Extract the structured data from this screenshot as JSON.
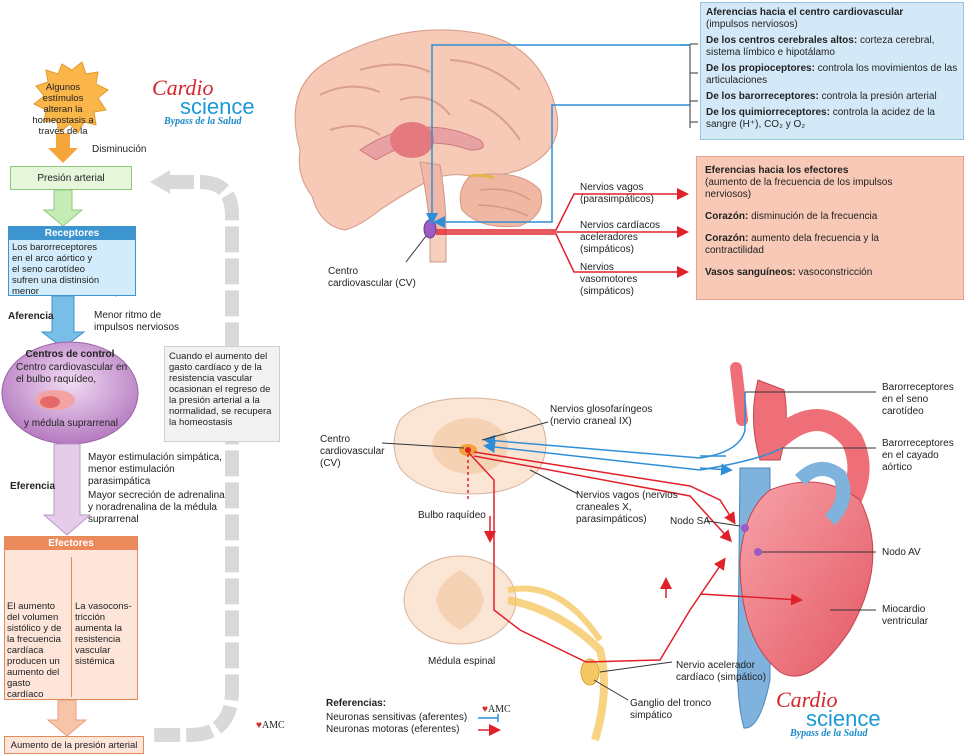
{
  "flow": {
    "stimulus": "Algunos estímulos alteran la homeostasis a través de la",
    "decrease": "Disminución",
    "pressure_var": "Presión arterial",
    "receptors_title": "Receptores",
    "receptors_text": "Los barorreceptores en el arco aórtico y el seno carotídeo sufren una distinsión menor",
    "afferent": "Aferencia",
    "afferent_note": "Menor ritmo de impulsos nerviosos",
    "control_title": "Centros de control",
    "control_text1": "Centro cardiovascular en el bulbo raquídeo,",
    "control_text2": "y médula suprarrenal",
    "efferent": "Eferencia",
    "efferent_note1": "Mayor estimulación simpática, menor estimulación parasimpática",
    "efferent_note2": "Mayor secreción de adrenalina y noradrenalina de la médula suprarrenal",
    "effectors_title": "Efectores",
    "effector1": "El aumento del volumen sistólico y de la frecuencia cardíaca producen un aumento del gasto cardíaco",
    "effector2": "La vasocons-tricción aumenta la resistencia vascular sistémica",
    "result": "Aumento de la presión arterial",
    "feedback": "Cuando el aumento del gasto cardíaco y de la resistencia vascular ocasionan el regreso de la presión arterial a la normalidad, se recupera la homeostasis",
    "amc": "AMC"
  },
  "logo": {
    "cardio": "Cardio",
    "science": "science",
    "tagline": "Bypass de la Salud"
  },
  "brain": {
    "cv_center": "Centro cardiovascular (CV)",
    "vagus": "Nervios vagos (parasimpáticos)",
    "cardiac_acc": "Nervios cardíacos aceleradores (simpáticos)",
    "vasomotor": "Nervios vasomotores (simpáticos)"
  },
  "afferents": {
    "title": "Aferencias hacia el centro cardiovascular",
    "subtitle": "(impulsos nerviosos)",
    "items": [
      {
        "bold": "De los centros cerebrales altos:",
        "text": " corteza cerebral, sistema límbico e hipotálamo"
      },
      {
        "bold": "De los propioceptores:",
        "text": " controla los movimientos de las articulaciones"
      },
      {
        "bold": "De los barorreceptores:",
        "text": " controla la presión arterial"
      },
      {
        "bold": "De los quimiorreceptores:",
        "text": " controla la acidez de la sangre (H⁺), CO₂ y O₂"
      }
    ]
  },
  "efferents": {
    "title": "Eferencias hacia los efectores",
    "subtitle": "(aumento de la frecuencia de los impulsos nerviosos)",
    "items": [
      {
        "bold": "Corazón:",
        "text": " disminución de la frecuencia"
      },
      {
        "bold": "Corazón:",
        "text": " aumento dela frecuencia y la contractilidad"
      },
      {
        "bold": "Vasos sanguíneos:",
        "text": " vasoconstricción"
      }
    ]
  },
  "lower": {
    "cv_center": "Centro cardiovascular (CV)",
    "glossopharyngeal": "Nervios glosofaríngeos (nervio craneal IX)",
    "medulla": "Bulbo raquídeo",
    "vagus": "Nervios vagos (nervios craneales X, parasimpáticos)",
    "sa_node": "Nodo SA",
    "spinal": "Médula espinal",
    "baro_carotid": "Barorreceptores en el seno carotídeo",
    "baro_aortic": "Barorreceptores en el cayado aórtico",
    "av_node": "Nodo AV",
    "myocardium": "Miocardio ventricular",
    "accel_nerve": "Nervio acelerador cardíaco (simpático)",
    "ganglion": "Ganglio del tronco simpático",
    "refs_title": "Referencias:",
    "ref_sensory": "Neuronas sensitivas (aferentes)",
    "ref_motor": "Neuronas motoras (eferentes)"
  }
}
